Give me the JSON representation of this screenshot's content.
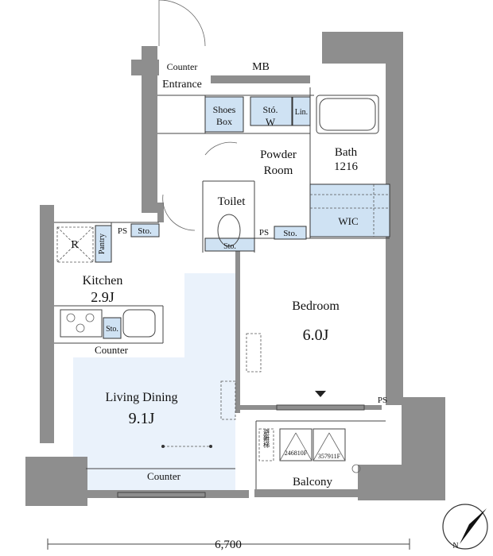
{
  "rooms": {
    "entrance_counter": "Counter",
    "entrance": "Entrance",
    "mb": "MB",
    "shoes_box_line1": "Shoes",
    "shoes_box_line2": "Box",
    "sto_w_line1": "Stó.",
    "sto_w_line2": "W",
    "linen": "Lin.",
    "powder_line1": "Powder",
    "powder_line2": "Room",
    "bath_line1": "Bath",
    "bath_line2": "1216",
    "toilet": "Toilet",
    "toilet_sto": "Sto.",
    "wic": "WIC",
    "ps_kitchen": "PS",
    "sto_kitchen": "Sto.",
    "ps_toilet": "PS",
    "sto_hall": "Sto.",
    "refrigerator": "R",
    "pantry": "Pantry",
    "kitchen": "Kitchen",
    "kitchen_size": "2.9J",
    "kitchen_sto": "Sto.",
    "kitchen_counter": "Counter",
    "bedroom": "Bedroom",
    "bedroom_size": "6.0J",
    "ps_bedroom": "PS",
    "living_dining": "Living Dining",
    "living_size": "9.1J",
    "living_counter": "Counter",
    "balcony": "Balcony",
    "hatch_a": "246810F",
    "hatch_b": "357911F",
    "balcony_jp": "避難梯"
  },
  "dimension": "6,700",
  "compass_label": "N",
  "colors": {
    "wall": "#8e8e8e",
    "wet_area": "#cfe2f3",
    "living_highlight": "#eaf2fb"
  }
}
